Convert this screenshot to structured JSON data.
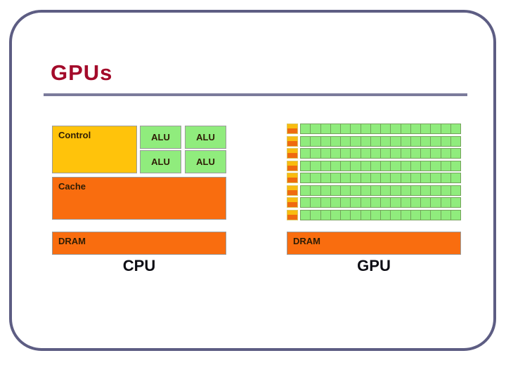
{
  "slide": {
    "title": "GPUs"
  },
  "cpu": {
    "chip_label": "CPU",
    "control_label": "Control",
    "cache_label": "Cache",
    "dram_label": "DRAM",
    "alu_labels": [
      "ALU",
      "ALU",
      "ALU",
      "ALU"
    ]
  },
  "gpu": {
    "chip_label": "GPU",
    "dram_label": "DRAM",
    "rows": 8,
    "cells_per_row": 16
  },
  "colors": {
    "title_red": "#A30A2A",
    "rule_slate": "#7B7B9B",
    "frame_border": "#5D5D83",
    "control_yellow": "#FFC30B",
    "alu_green": "#90EC7D",
    "green_divider": "#74A25B",
    "dram_orange": "#F96D0F",
    "cell_yellow": "#F9BC0F",
    "cell_orange": "#EF6A10",
    "smcell_border": "#DCC75E",
    "box_border": "#9A9A9A",
    "label_dark": "#2E1D05",
    "biglabel_dark": "#0D0D14"
  }
}
